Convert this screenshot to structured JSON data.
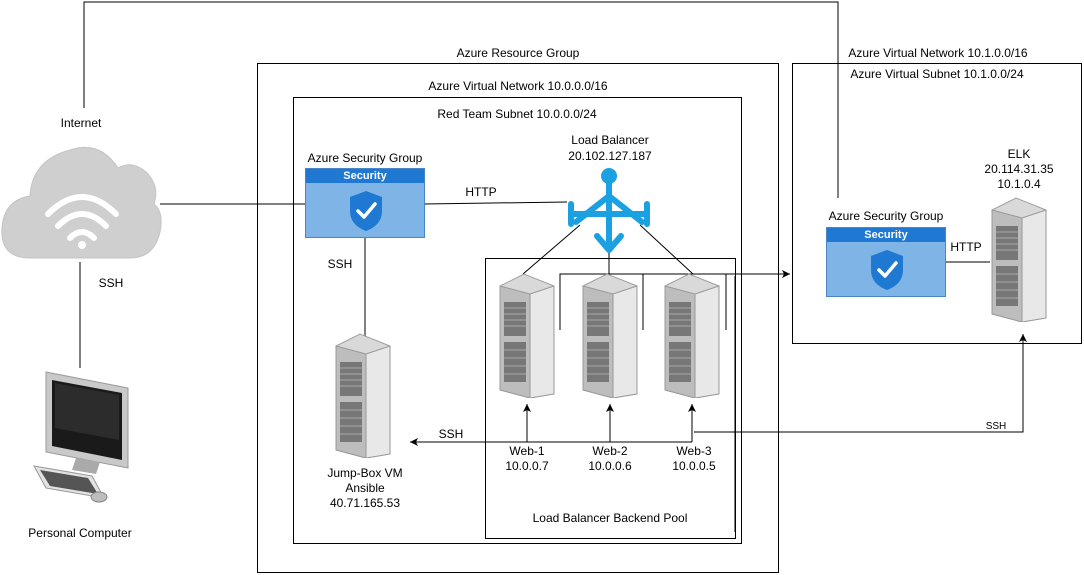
{
  "resource_group": {
    "label": "Azure Resource Group"
  },
  "vnet_red": {
    "label": "Azure Virtual Network 10.0.0.0/16"
  },
  "subnet_red": {
    "label": "Red Team Subnet 10.0.0.0/24"
  },
  "vnet_elk": {
    "label": "Azure Virtual Network 10.1.0.0/16"
  },
  "subnet_elk": {
    "label": "Azure Virtual Subnet 10.1.0.0/24"
  },
  "internet": {
    "label": "Internet"
  },
  "personal_computer": {
    "label": "Personal Computer"
  },
  "security_group_red": {
    "label": "Azure Security Group",
    "card_title": "Security"
  },
  "security_group_elk": {
    "label": "Azure Security Group",
    "card_title": "Security"
  },
  "load_balancer": {
    "title": "Load Balancer",
    "ip": "20.102.127.187"
  },
  "elk": {
    "name": "ELK",
    "public_ip": "20.114.31.35",
    "private_ip": "10.1.0.4"
  },
  "jumpbox": {
    "name": "Jump-Box VM",
    "role": "Ansible",
    "ip": "40.71.165.53"
  },
  "backend_pool": {
    "label": "Load Balancer Backend Pool"
  },
  "web_servers": [
    {
      "name": "Web-1",
      "ip": "10.0.0.7"
    },
    {
      "name": "Web-2",
      "ip": "10.0.0.6"
    },
    {
      "name": "Web-3",
      "ip": "10.0.0.5"
    }
  ],
  "connections": {
    "http_lb": "HTTP",
    "http_elk": "HTTP",
    "ssh_internet": "SSH",
    "ssh_jumpbox": "SSH",
    "ssh_web_to_jump": "SSH",
    "ssh_elk": "SSH"
  },
  "colors": {
    "security_card_fill": "#7fb5e6",
    "security_card_header": "#1f78d1",
    "shield": "#1f78d1",
    "load_balancer_icon": "#1ba1e2",
    "cloud": "#cfcfcf",
    "server_body": "#b8b8b8"
  },
  "icons": {
    "internet": "cloud-wifi-icon",
    "personal_computer": "desktop-computer-icon",
    "security_group": "shield-check-icon",
    "load_balancer": "load-balancer-icon",
    "server": "server-rack-icon"
  }
}
